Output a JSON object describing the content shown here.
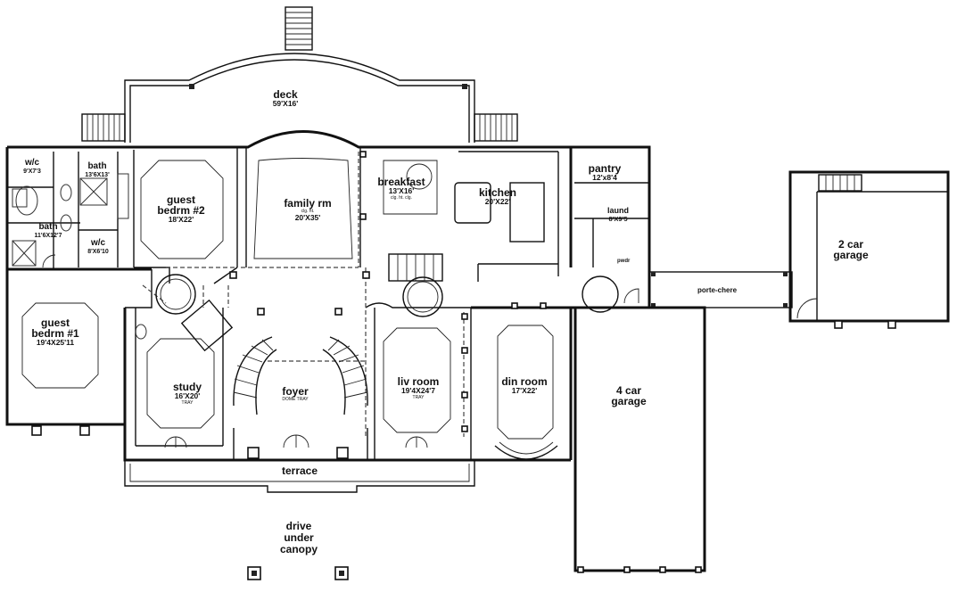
{
  "rooms": {
    "deck": {
      "name": "deck",
      "dims": "59'X16'"
    },
    "family": {
      "name": "family rm",
      "sub": "clg. ht.",
      "dims": "20'X35'"
    },
    "breakfast": {
      "name": "breakfast",
      "dims": "13'X16'",
      "sub": "clg. ht. clg."
    },
    "kitchen": {
      "name": "kitchen",
      "dims": "20'X22'"
    },
    "pantry": {
      "name": "pantry",
      "dims": "12'x8'4"
    },
    "laund": {
      "name": "laund",
      "dims": "8'X9'5"
    },
    "guest2": {
      "name": "guest bedrm #2",
      "dims": "18'X22'"
    },
    "wic_top": {
      "name": "w/c",
      "dims": "9'X7'3"
    },
    "bath_top": {
      "name": "bath",
      "dims": "13'6X13'"
    },
    "bath_low": {
      "name": "bath",
      "dims": "11'6X12'7"
    },
    "wic_low": {
      "name": "w/c",
      "dims": "8'X6'10"
    },
    "guest1": {
      "name": "guest bedrm #1",
      "dims": "19'4X25'11"
    },
    "study": {
      "name": "study",
      "dims": "16'X20'",
      "sub": "TRAY"
    },
    "foyer": {
      "name": "foyer",
      "sub": "DOME TRAY"
    },
    "liv": {
      "name": "liv room",
      "dims": "19'4X24'7",
      "sub": "TRAY"
    },
    "din": {
      "name": "din room",
      "dims": "17'X22'"
    },
    "garage4": {
      "name": "4 car garage"
    },
    "garage2": {
      "name": "2 car garage"
    },
    "porte": {
      "name": "porte-chere"
    },
    "terrace": {
      "name": "terrace"
    },
    "drive": {
      "name": "drive under canopy"
    },
    "pwdr": {
      "name": "pwdr"
    }
  },
  "colors": {
    "line": "#111111",
    "background": "#ffffff"
  }
}
